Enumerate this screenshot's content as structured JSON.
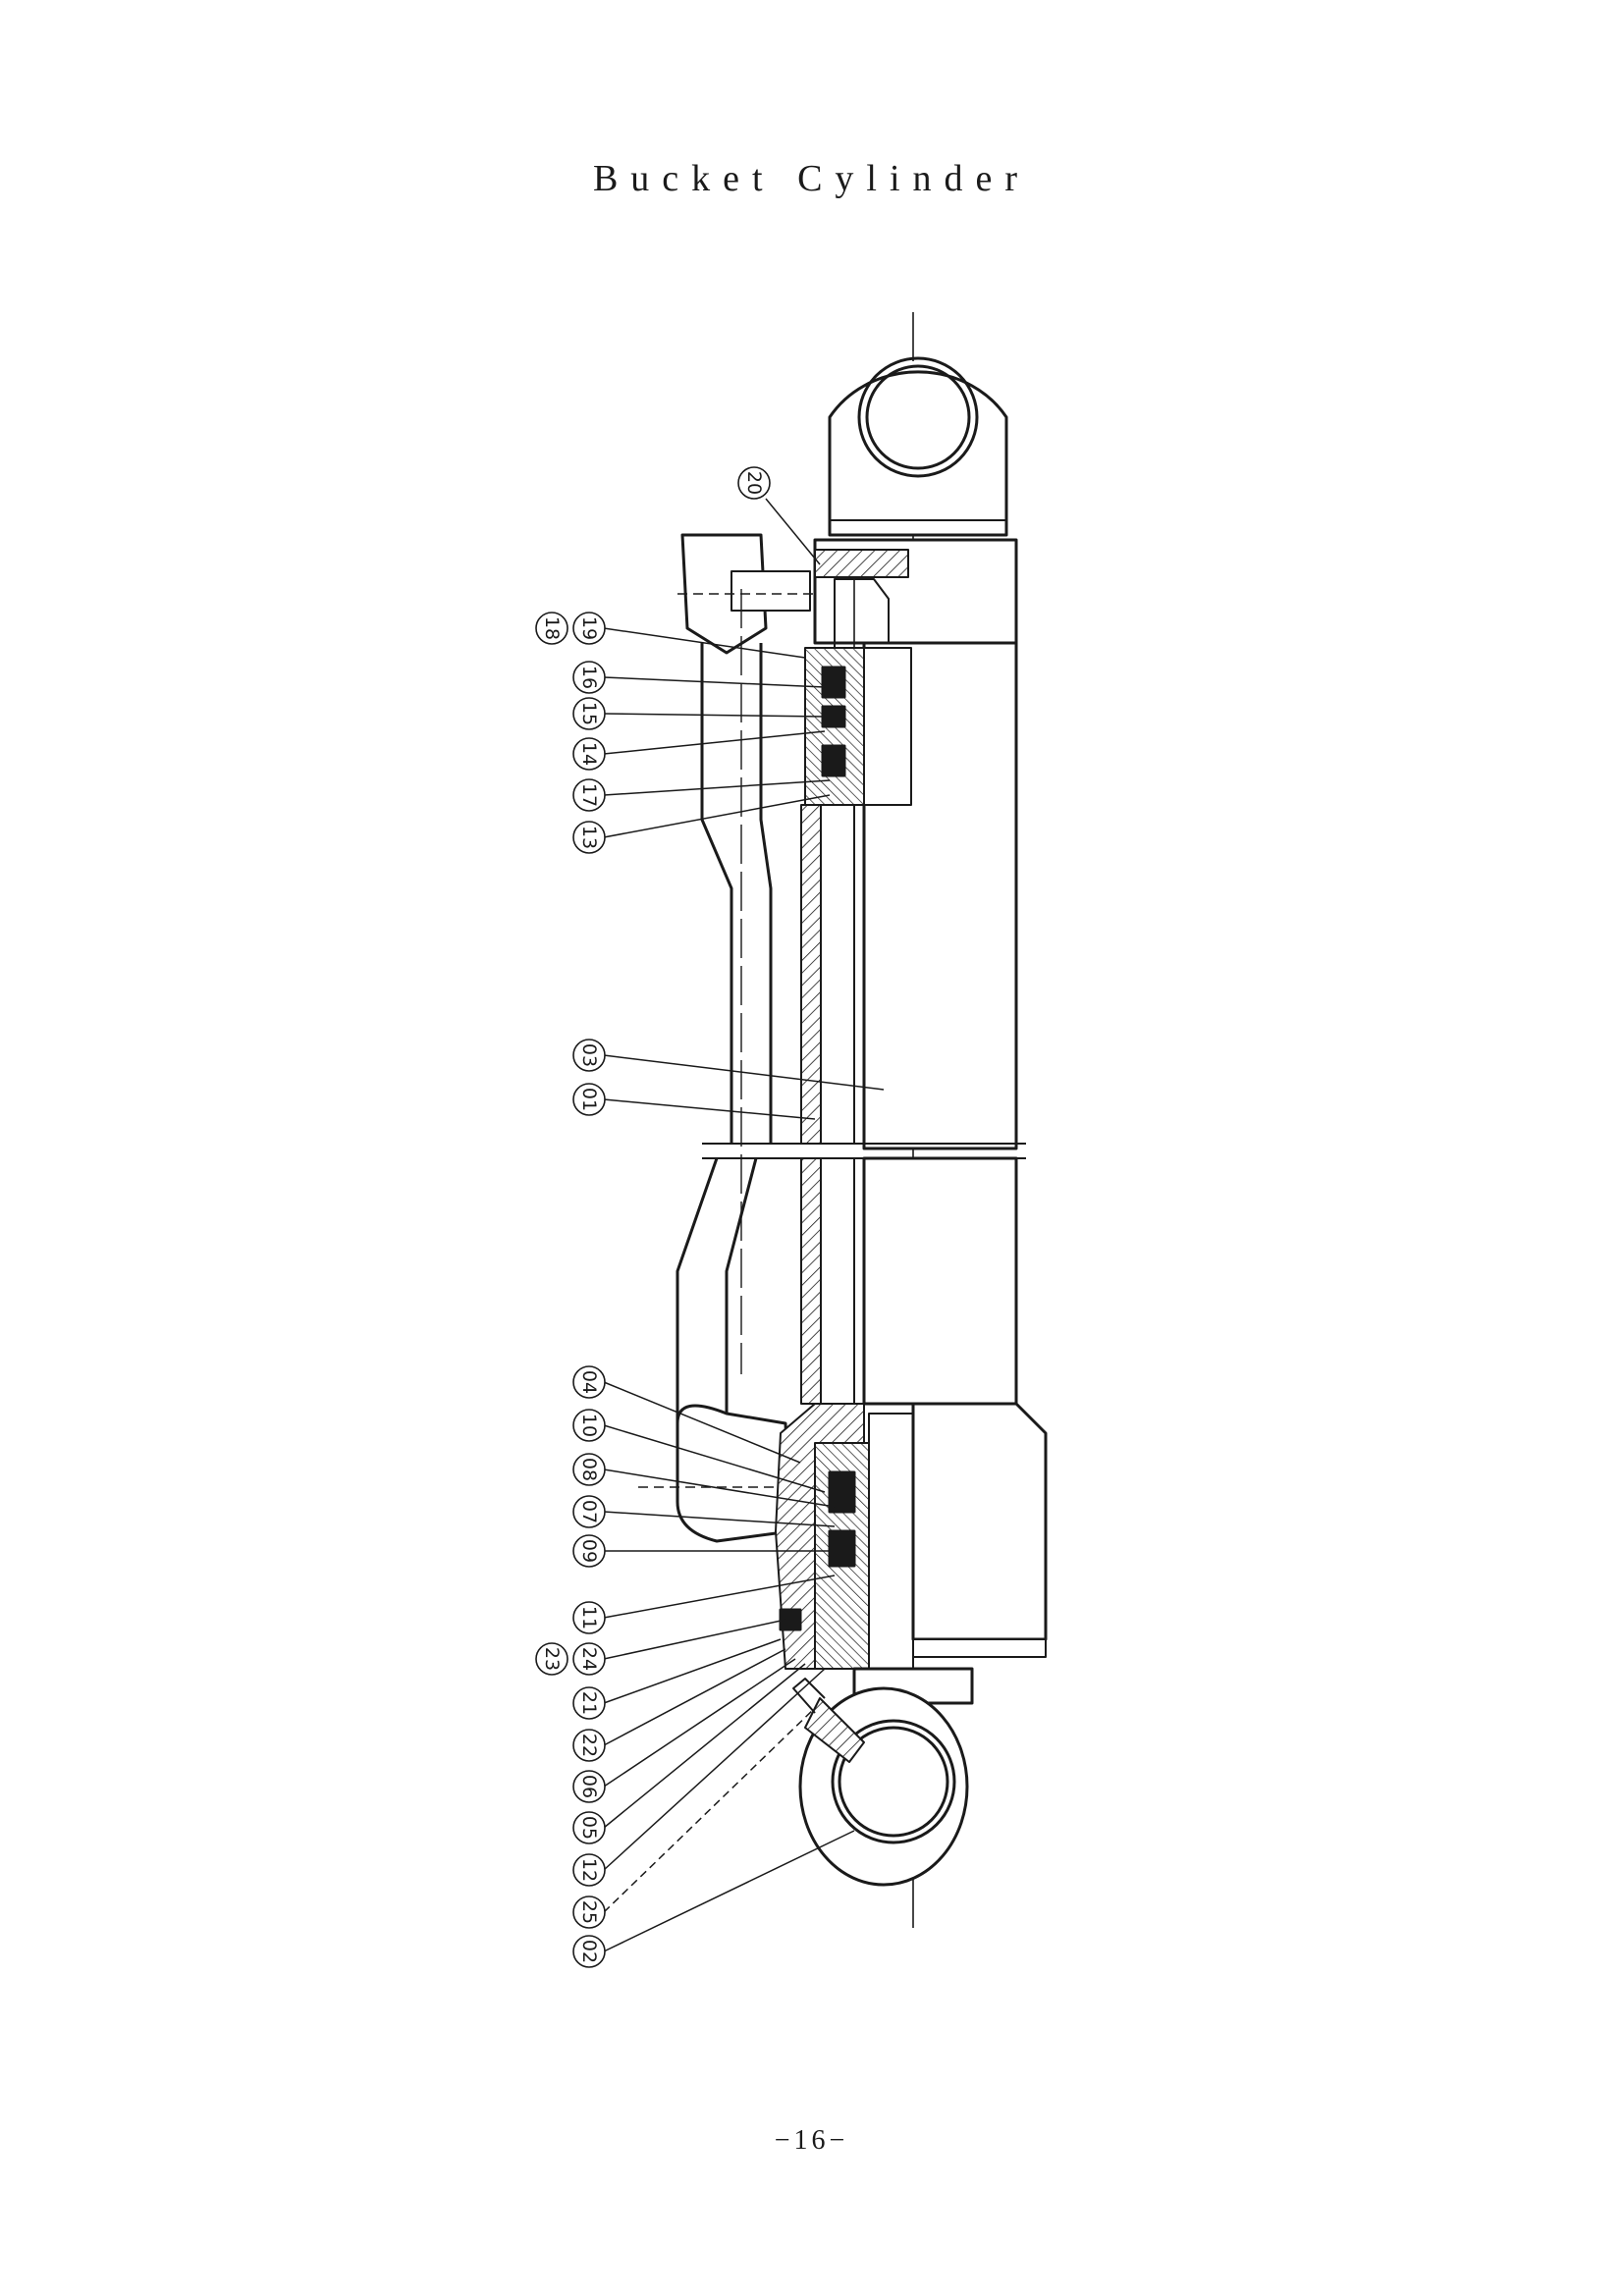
{
  "title": "Bucket Cylinder",
  "page_number": "−16−",
  "colors": {
    "ink": "#1a1a1a",
    "background": "#ffffff"
  },
  "part_labels": [
    {
      "id": "label-20",
      "text": "20"
    },
    {
      "id": "label-18",
      "text": "18"
    },
    {
      "id": "label-19",
      "text": "19"
    },
    {
      "id": "label-16",
      "text": "16"
    },
    {
      "id": "label-15",
      "text": "15"
    },
    {
      "id": "label-14",
      "text": "14"
    },
    {
      "id": "label-17",
      "text": "17"
    },
    {
      "id": "label-13",
      "text": "13"
    },
    {
      "id": "label-03",
      "text": "03"
    },
    {
      "id": "label-01",
      "text": "01"
    },
    {
      "id": "label-04",
      "text": "04"
    },
    {
      "id": "label-10",
      "text": "10"
    },
    {
      "id": "label-08",
      "text": "08"
    },
    {
      "id": "label-07",
      "text": "07"
    },
    {
      "id": "label-09",
      "text": "09"
    },
    {
      "id": "label-11",
      "text": "11"
    },
    {
      "id": "label-23",
      "text": "23"
    },
    {
      "id": "label-24",
      "text": "24"
    },
    {
      "id": "label-21",
      "text": "21"
    },
    {
      "id": "label-22",
      "text": "22"
    },
    {
      "id": "label-06",
      "text": "06"
    },
    {
      "id": "label-05",
      "text": "05"
    },
    {
      "id": "label-12",
      "text": "12"
    },
    {
      "id": "label-25",
      "text": "25"
    },
    {
      "id": "label-02",
      "text": "02"
    }
  ]
}
